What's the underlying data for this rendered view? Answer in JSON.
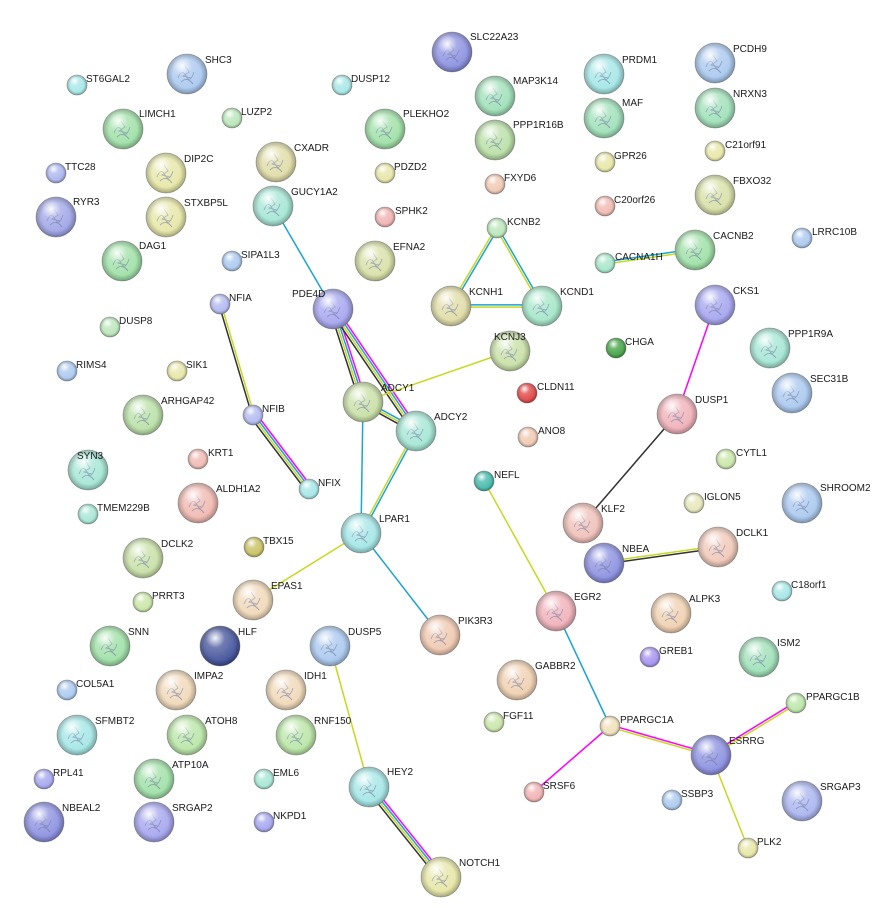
{
  "network": {
    "nodes": [
      {
        "id": "SLC22A23",
        "color": "#8a8fe0"
      },
      {
        "id": "PCDH9",
        "color": "#a9c8ef"
      },
      {
        "id": "ST6GAL2",
        "color": "#a4e6e6"
      },
      {
        "id": "SHC3",
        "color": "#a9c8ef"
      },
      {
        "id": "DUSP12",
        "color": "#a4e6e6"
      },
      {
        "id": "MAP3K14",
        "color": "#9ee0b8"
      },
      {
        "id": "PRDM1",
        "color": "#a4e6e6"
      },
      {
        "id": "MAF",
        "color": "#9ee0b8"
      },
      {
        "id": "NRXN3",
        "color": "#9ee0b8"
      },
      {
        "id": "LIMCH1",
        "color": "#9ee0a6"
      },
      {
        "id": "LUZP2",
        "color": "#b9e6b9"
      },
      {
        "id": "PLEKHO2",
        "color": "#9ee0a6"
      },
      {
        "id": "PPP1R16B",
        "color": "#b9e0a6"
      },
      {
        "id": "CXADR",
        "color": "#e0dca6"
      },
      {
        "id": "C21orf91",
        "color": "#e6e6a6"
      },
      {
        "id": "TTC28",
        "color": "#a9b4ef"
      },
      {
        "id": "DIP2C",
        "color": "#e6e6a6"
      },
      {
        "id": "PDZD2",
        "color": "#e6e6a6"
      },
      {
        "id": "GPR26",
        "color": "#e6e6a6"
      },
      {
        "id": "FXYD6",
        "color": "#f0c8b0"
      },
      {
        "id": "FBXO32",
        "color": "#d8e0a6"
      },
      {
        "id": "RYR3",
        "color": "#9ea4e6"
      },
      {
        "id": "STXBP5L",
        "color": "#e6e6a6"
      },
      {
        "id": "GUCY1A2",
        "color": "#a4e6d4"
      },
      {
        "id": "C20orf26",
        "color": "#f0b8b0"
      },
      {
        "id": "SPHK2",
        "color": "#f0b0b0"
      },
      {
        "id": "KCNB2",
        "color": "#b9e6b9"
      },
      {
        "id": "CACNB2",
        "color": "#9ee0a6"
      },
      {
        "id": "LRRC10B",
        "color": "#a9c8ef"
      },
      {
        "id": "DAG1",
        "color": "#9ee0a6"
      },
      {
        "id": "SIPA1L3",
        "color": "#a9c8ef"
      },
      {
        "id": "EFNA2",
        "color": "#d8e0a6"
      },
      {
        "id": "CACNA1H",
        "color": "#a4e6c8"
      },
      {
        "id": "PDE4D",
        "color": "#a4a4ef"
      },
      {
        "id": "KCNH1",
        "color": "#e0dca6"
      },
      {
        "id": "KCND1",
        "color": "#a4e6c8"
      },
      {
        "id": "CKS1",
        "color": "#a4a4ef"
      },
      {
        "id": "NFIA",
        "color": "#b0b8ef"
      },
      {
        "id": "DUSP8",
        "color": "#b9e6b9"
      },
      {
        "id": "KCNJ3",
        "color": "#c8e0a6"
      },
      {
        "id": "PPP1R9A",
        "color": "#a4e6d4"
      },
      {
        "id": "CHGA",
        "color": "#40a040"
      },
      {
        "id": "SEC31B",
        "color": "#a9c8ef"
      },
      {
        "id": "RIMS4",
        "color": "#a9c8ef"
      },
      {
        "id": "SIK1",
        "color": "#e6e6a6"
      },
      {
        "id": "ADCY1",
        "color": "#c8e0a6"
      },
      {
        "id": "CLDN11",
        "color": "#e04040"
      },
      {
        "id": "ARHGAP42",
        "color": "#b9e0a6"
      },
      {
        "id": "NFIB",
        "color": "#b0b8ef"
      },
      {
        "id": "ADCY2",
        "color": "#a4e6d4"
      },
      {
        "id": "DUSP1",
        "color": "#f0b0b8"
      },
      {
        "id": "ANO8",
        "color": "#f0c8b0"
      },
      {
        "id": "KRT1",
        "color": "#f0b8b0"
      },
      {
        "id": "CYTL1",
        "color": "#c8e6a6"
      },
      {
        "id": "SYN3",
        "color": "#a4e6d4"
      },
      {
        "id": "NEFL",
        "color": "#40b8a8"
      },
      {
        "id": "ALDH1A2",
        "color": "#f0b8b0"
      },
      {
        "id": "NFIX",
        "color": "#a4e6e6"
      },
      {
        "id": "IGLON5",
        "color": "#e6e6b9"
      },
      {
        "id": "SHROOM2",
        "color": "#a9c8ef"
      },
      {
        "id": "TMEM229B",
        "color": "#a4e6d4"
      },
      {
        "id": "KLF2",
        "color": "#f0c0b8"
      },
      {
        "id": "LPAR1",
        "color": "#a4e6e6"
      },
      {
        "id": "DCLK1",
        "color": "#f0c8b8"
      },
      {
        "id": "DCLK2",
        "color": "#c8e0a6"
      },
      {
        "id": "TBX15",
        "color": "#c8c060"
      },
      {
        "id": "NBEA",
        "color": "#8a8fe0"
      },
      {
        "id": "EPAS1",
        "color": "#f0d8b8"
      },
      {
        "id": "PRRT3",
        "color": "#c8e6a6"
      },
      {
        "id": "EGR2",
        "color": "#f0b0b8"
      },
      {
        "id": "C18orf1",
        "color": "#a4e6e6"
      },
      {
        "id": "ALPK3",
        "color": "#f0d0b0"
      },
      {
        "id": "PIK3R3",
        "color": "#f0c8b0"
      },
      {
        "id": "SNN",
        "color": "#9ee0a6"
      },
      {
        "id": "HLF",
        "color": "#40509a"
      },
      {
        "id": "DUSP5",
        "color": "#a9c8ef"
      },
      {
        "id": "ISM2",
        "color": "#9ee0b8"
      },
      {
        "id": "GREB1",
        "color": "#a490ef"
      },
      {
        "id": "IMPA2",
        "color": "#f0d8b8"
      },
      {
        "id": "IDH1",
        "color": "#f0d8b8"
      },
      {
        "id": "COL5A1",
        "color": "#a9c8ef"
      },
      {
        "id": "GABBR2",
        "color": "#f0d0b0"
      },
      {
        "id": "PPARGC1B",
        "color": "#b9e6a6"
      },
      {
        "id": "SFMBT2",
        "color": "#a4e6e6"
      },
      {
        "id": "ATOH8",
        "color": "#b9e6a6"
      },
      {
        "id": "RNF150",
        "color": "#b9e6a6"
      },
      {
        "id": "FGF11",
        "color": "#c8e6a6"
      },
      {
        "id": "PPARGC1A",
        "color": "#f0e0b8"
      },
      {
        "id": "ATP10A",
        "color": "#9ee0a6"
      },
      {
        "id": "ESRRG",
        "color": "#8a8fe0"
      },
      {
        "id": "RPL41",
        "color": "#a4a4ef"
      },
      {
        "id": "EML6",
        "color": "#a4e6d4"
      },
      {
        "id": "HEY2",
        "color": "#a4e6e6"
      },
      {
        "id": "SRSF6",
        "color": "#f0b0b0"
      },
      {
        "id": "SRGAP3",
        "color": "#a9b4ef"
      },
      {
        "id": "NBEAL2",
        "color": "#8a8fe0"
      },
      {
        "id": "SRGAP2",
        "color": "#a4a4ef"
      },
      {
        "id": "SSBP3",
        "color": "#a9c8ef"
      },
      {
        "id": "NKPD1",
        "color": "#a4a4ef"
      },
      {
        "id": "PLK2",
        "color": "#e6e6a6"
      },
      {
        "id": "NOTCH1",
        "color": "#e6e6a6"
      }
    ],
    "edges": [
      {
        "a": "GUCY1A2",
        "b": "PDE4D",
        "colors": [
          "#1aa3d8"
        ]
      },
      {
        "a": "PDE4D",
        "b": "ADCY1",
        "colors": [
          "#ff00ff",
          "#1aa3d8",
          "#c8d820",
          "#333333"
        ]
      },
      {
        "a": "PDE4D",
        "b": "ADCY2",
        "colors": [
          "#ff00ff",
          "#1aa3d8",
          "#c8d820",
          "#333333"
        ]
      },
      {
        "a": "ADCY1",
        "b": "ADCY2",
        "colors": [
          "#1aa3d8",
          "#c8d820",
          "#333333"
        ]
      },
      {
        "a": "ADCY1",
        "b": "KCNJ3",
        "colors": [
          "#c8d820"
        ]
      },
      {
        "a": "ADCY1",
        "b": "LPAR1",
        "colors": [
          "#1aa3d8"
        ]
      },
      {
        "a": "ADCY2",
        "b": "LPAR1",
        "colors": [
          "#1aa3d8",
          "#c8d820"
        ]
      },
      {
        "a": "KCNB2",
        "b": "KCNH1",
        "colors": [
          "#1aa3d8",
          "#c8d820"
        ]
      },
      {
        "a": "KCNB2",
        "b": "KCND1",
        "colors": [
          "#1aa3d8",
          "#c8d820"
        ]
      },
      {
        "a": "KCNH1",
        "b": "KCND1",
        "colors": [
          "#1aa3d8",
          "#c8d820"
        ]
      },
      {
        "a": "CACNA1H",
        "b": "CACNB2",
        "colors": [
          "#1aa3d8",
          "#c8d820"
        ]
      },
      {
        "a": "NFIA",
        "b": "NFIB",
        "colors": [
          "#c8d820",
          "#333333"
        ]
      },
      {
        "a": "NFIB",
        "b": "NFIX",
        "colors": [
          "#ff00ff",
          "#1aa3d8",
          "#c8d820",
          "#333333"
        ]
      },
      {
        "a": "LPAR1",
        "b": "EPAS1",
        "colors": [
          "#c8d820"
        ]
      },
      {
        "a": "LPAR1",
        "b": "PIK3R3",
        "colors": [
          "#1aa3d8"
        ]
      },
      {
        "a": "CKS1",
        "b": "DUSP1",
        "colors": [
          "#ff00ff"
        ]
      },
      {
        "a": "DUSP1",
        "b": "KLF2",
        "colors": [
          "#333333"
        ]
      },
      {
        "a": "NBEA",
        "b": "DCLK1",
        "colors": [
          "#c8d820",
          "#333333"
        ]
      },
      {
        "a": "NEFL",
        "b": "EGR2",
        "colors": [
          "#c8d820"
        ]
      },
      {
        "a": "EGR2",
        "b": "PPARGC1A",
        "colors": [
          "#1aa3d8"
        ]
      },
      {
        "a": "PPARGC1A",
        "b": "SRSF6",
        "colors": [
          "#ff00ff"
        ]
      },
      {
        "a": "PPARGC1A",
        "b": "ESRRG",
        "colors": [
          "#ff00ff",
          "#c8d820"
        ]
      },
      {
        "a": "ESRRG",
        "b": "PPARGC1B",
        "colors": [
          "#ff00ff",
          "#c8d820"
        ]
      },
      {
        "a": "ESRRG",
        "b": "PLK2",
        "colors": [
          "#c8d820"
        ]
      },
      {
        "a": "DUSP5",
        "b": "HEY2",
        "colors": [
          "#c8d820"
        ]
      },
      {
        "a": "HEY2",
        "b": "NOTCH1",
        "colors": [
          "#ff00ff",
          "#1aa3d8",
          "#c8d820",
          "#333333"
        ]
      }
    ]
  }
}
